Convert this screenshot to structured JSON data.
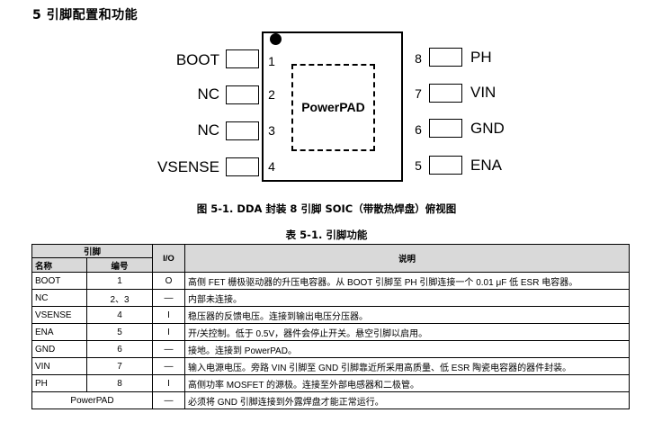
{
  "section_title": "5 引脚配置和功能",
  "diagram": {
    "pad_label": "PowerPAD",
    "left_pins": [
      {
        "number": "1",
        "name": "BOOT"
      },
      {
        "number": "2",
        "name": "NC"
      },
      {
        "number": "3",
        "name": "NC"
      },
      {
        "number": "4",
        "name": "VSENSE"
      }
    ],
    "right_pins": [
      {
        "number": "8",
        "name": "PH"
      },
      {
        "number": "7",
        "name": "VIN"
      },
      {
        "number": "6",
        "name": "GND"
      },
      {
        "number": "5",
        "name": "ENA"
      }
    ]
  },
  "figure_caption": "图 5-1. DDA 封装 8 引脚 SOIC（带散热焊盘）俯视图",
  "table_caption": "表 5-1. 引脚功能",
  "table": {
    "header_pin": "引脚",
    "header_name": "名称",
    "header_number": "编号",
    "header_io": "I/O",
    "header_desc": "说明",
    "rows": [
      {
        "name": "BOOT",
        "number": "1",
        "io": "O",
        "desc": "高侧 FET 栅极驱动器的升压电容器。从 BOOT 引脚至 PH 引脚连接一个 0.01 μF 低 ESR 电容器。"
      },
      {
        "name": "NC",
        "number": "2、3",
        "io": "—",
        "desc": "内部未连接。"
      },
      {
        "name": "VSENSE",
        "number": "4",
        "io": "I",
        "desc": "稳压器的反馈电压。连接到输出电压分压器。"
      },
      {
        "name": "ENA",
        "number": "5",
        "io": "I",
        "desc": "开/关控制。低于 0.5V，器件会停止开关。悬空引脚以启用。"
      },
      {
        "name": "GND",
        "number": "6",
        "io": "—",
        "desc": "接地。连接到 PowerPAD。"
      },
      {
        "name": "VIN",
        "number": "7",
        "io": "—",
        "desc": "输入电源电压。旁路 VIN 引脚至 GND 引脚靠近所采用高质量、低 ESR 陶瓷电容器的器件封装。"
      },
      {
        "name": "PH",
        "number": "8",
        "io": "I",
        "desc": "高侧功率 MOSFET 的源极。连接至外部电感器和二极管。"
      }
    ],
    "last_row": {
      "name": "PowerPAD",
      "io": "—",
      "desc": "必须将 GND 引脚连接到外露焊盘才能正常运行。"
    }
  }
}
